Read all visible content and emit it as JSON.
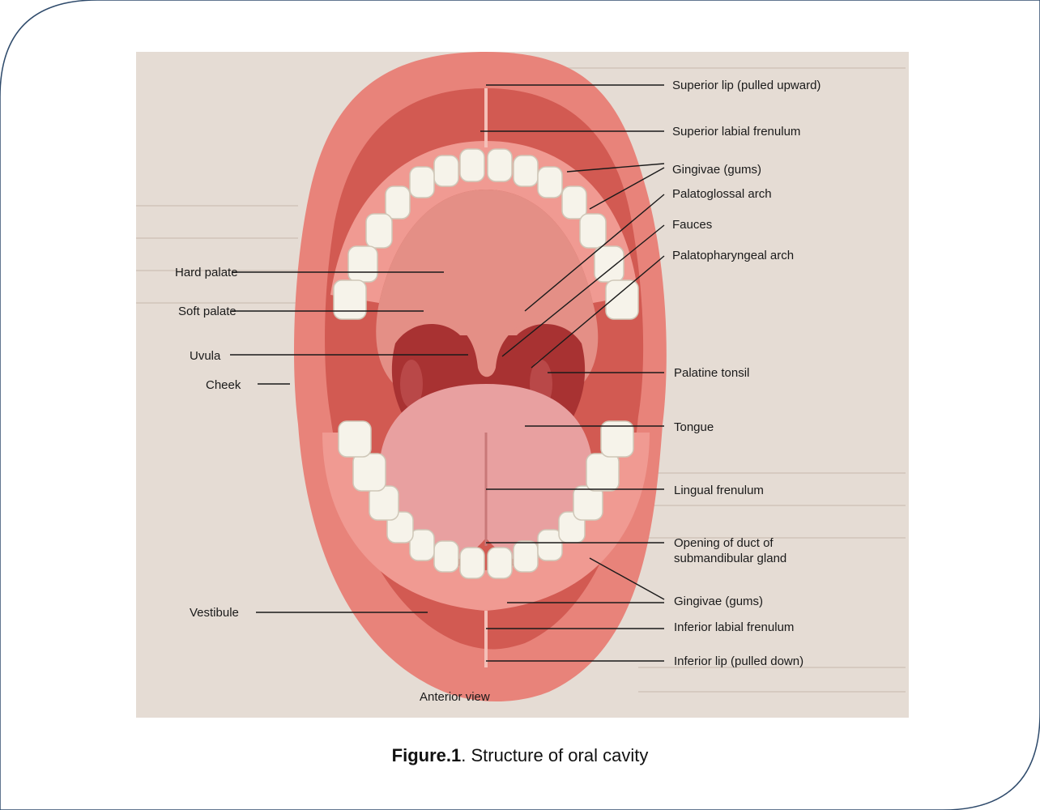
{
  "colors": {
    "frame_border": "#2e4a6b",
    "page_bg": "#e5dcd4",
    "lip": "#e8837a",
    "mouth_interior": "#d25a52",
    "palate": "#e48f86",
    "tongue": "#e8a0a0",
    "teeth": "#f6f3ea",
    "gums": "#f09a92"
  },
  "labels": {
    "superior_lip": "Superior lip (pulled upward)",
    "superior_labial_frenulum": "Superior labial frenulum",
    "gingivae_upper": "Gingivae (gums)",
    "palatoglossal_arch": "Palatoglossal arch",
    "fauces": "Fauces",
    "palatopharyngeal_arch": "Palatopharyngeal arch",
    "hard_palate": "Hard palate",
    "soft_palate": "Soft palate",
    "uvula": "Uvula",
    "cheek": "Cheek",
    "palatine_tonsil": "Palatine tonsil",
    "tongue": "Tongue",
    "lingual_frenulum": "Lingual frenulum",
    "duct_line1": "Opening of duct of",
    "duct_line2": "submandibular gland",
    "vestibule": "Vestibule",
    "gingivae_lower": "Gingivae (gums)",
    "inferior_labial_frenulum": "Inferior labial frenulum",
    "inferior_lip": "Inferior lip (pulled down)",
    "view": "Anterior view"
  },
  "caption": {
    "label": "Figure.1",
    "text": ". Structure of oral cavity"
  }
}
